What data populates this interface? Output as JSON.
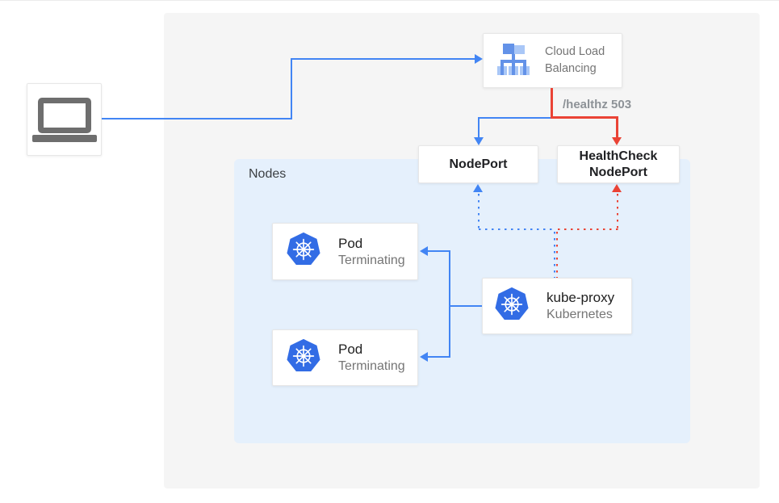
{
  "diagram": {
    "title_semantic": "Kubernetes load balancer health-check diagram",
    "client": {
      "icon": "laptop-icon"
    },
    "cloud_load_balancing": {
      "line1": "Cloud Load",
      "line2": "Balancing",
      "icon": "load-balancer-icon"
    },
    "healthz_label": "/healthz 503",
    "nodeport": {
      "label": "NodePort"
    },
    "healthcheck_nodeport": {
      "line1": "HealthCheck",
      "line2": "NodePort"
    },
    "nodes_container": {
      "label": "Nodes"
    },
    "pods": [
      {
        "title": "Pod",
        "subtitle": "Terminating",
        "icon": "kubernetes-icon"
      },
      {
        "title": "Pod",
        "subtitle": "Terminating",
        "icon": "kubernetes-icon"
      }
    ],
    "kube_proxy": {
      "title": "kube-proxy",
      "subtitle": "Kubernetes",
      "icon": "kubernetes-icon"
    },
    "colors": {
      "traffic_blue": "#4285F4",
      "healthcheck_red": "#EA4335",
      "panel_gray": "#F5F5F5",
      "nodes_bg_blue": "#E5F0FC",
      "dark_text": "#212121",
      "gray_text": "#757575",
      "healthz_text": "#8D9297",
      "kubernetes_blue": "#326CE5",
      "laptop_gray": "#6E6E6E",
      "lb_icon_blue": "#6392E8",
      "lb_icon_light_blue": "#A9C7F7"
    }
  }
}
